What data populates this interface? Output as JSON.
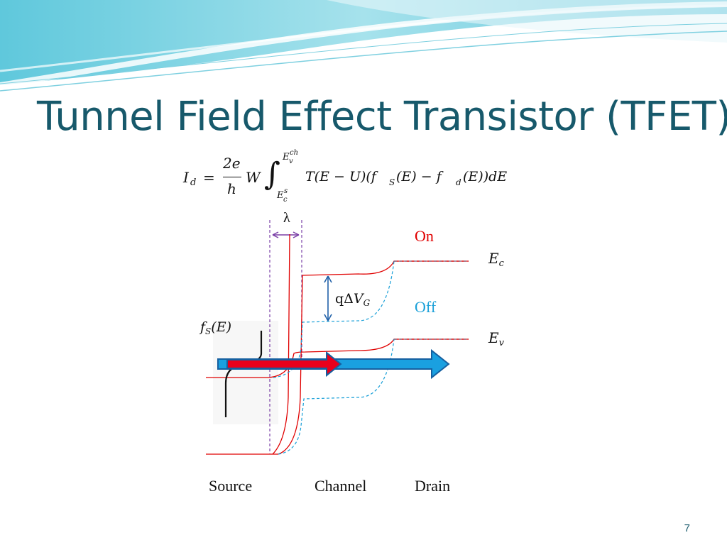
{
  "slide": {
    "title": "Tunnel Field Effect Transistor (TFET)",
    "page_number": "7"
  },
  "equation": {
    "lhs": "I",
    "lhs_sub": "d",
    "equals": "=",
    "frac_num": "2e",
    "frac_den": "h",
    "width": "W",
    "integral": "∫",
    "upper_limit": "E",
    "upper_sub": "v",
    "upper_sup": "ch",
    "lower_limit": "E",
    "lower_sub": "c",
    "lower_sup": "s",
    "integrand": "T(E − U)(f",
    "integrand_s": "S",
    "integrand_mid": "(E) − f",
    "integrand_d": "d",
    "integrand_end": "(E))dE"
  },
  "diagram": {
    "lambda_label": "λ",
    "on_label": "On",
    "off_label": "Off",
    "delta_v_prefix": "qΔ",
    "delta_v_var": "V",
    "delta_v_sub": "G",
    "fs_label": "f",
    "fs_sub": "S",
    "fs_arg": "(E)",
    "ec_label": "E",
    "ec_sub": "c",
    "ev_label": "E",
    "ev_sub": "v",
    "regions": [
      "Source",
      "Channel",
      "Drain"
    ],
    "colors": {
      "on": "#e00000",
      "off": "#1aa0d8",
      "lambda": "#7a3fa6",
      "delta_v": "#2060a8",
      "arrow_red": "#e8001c",
      "arrow_blue": "#1aa0e0",
      "title": "#17596b"
    }
  }
}
